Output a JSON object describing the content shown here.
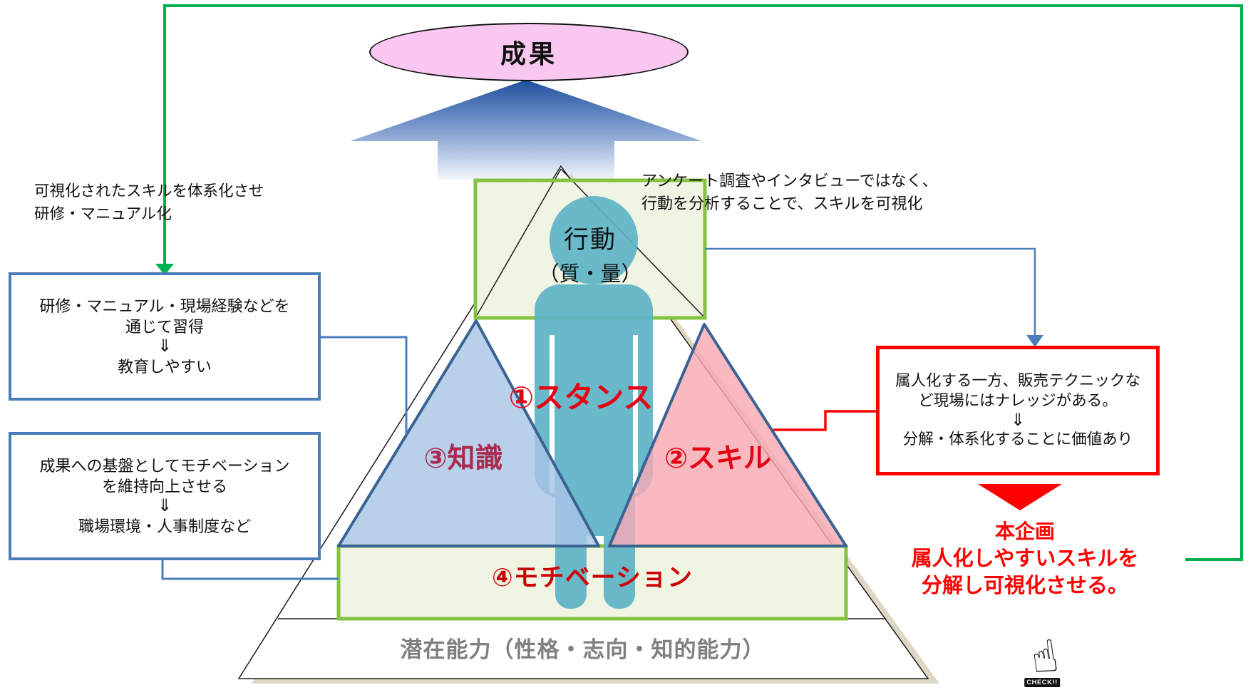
{
  "palette": {
    "loop_green": "#00b050",
    "box_green_border": "#84c341",
    "light_green_fill": "#eff4e3",
    "connector_blue": "#4a7ebb",
    "alert_red": "#fe0000",
    "ellipse_pink": "#f9c7ef",
    "knowledge_fill": "#a9c6e6",
    "skill_fill": "#f7a9b3",
    "triangle_border": "#3a6292",
    "person_teal": "#5fb4c7",
    "latent_gray": "#7f7f7f",
    "knowledge_text": "#aa2b4e",
    "stance_text": "#e60012",
    "motivation_text": "#cc0000"
  },
  "result_ellipse": {
    "label": "成果"
  },
  "notes": {
    "systematize": {
      "lines": [
        "可視化されたスキルを体系化させ",
        "研修・マニュアル化"
      ]
    },
    "survey": {
      "lines": [
        "アンケート調査やインタビューではなく、",
        "行動を分析することで、スキルを可視化"
      ]
    }
  },
  "boxes": {
    "training": {
      "lines": [
        "研修・マニュアル・現場経験などを",
        "通じて習得",
        "⇓",
        "教育しやすい"
      ]
    },
    "motivation": {
      "lines": [
        "成果への基盤としてモチベーション",
        "を維持向上させる",
        "⇓",
        "職場環境・人事制度など"
      ]
    },
    "knowledge": {
      "lines": [
        "属人化する一方、販売テクニックな",
        "ど現場にはナレッジがある。",
        "⇓",
        "分解・体系化することに価値あり"
      ]
    }
  },
  "plan": {
    "title": "本企画",
    "lines": [
      "属人化しやすいスキルを",
      "分解し可視化させる。"
    ]
  },
  "check": {
    "label": "CHECK!!",
    "icon": "pointing-hand"
  },
  "pyramid": {
    "behavior": {
      "line1": "行動",
      "line2": "（質・量）"
    },
    "stance": {
      "label": "①スタンス"
    },
    "skill": {
      "label": "②スキル"
    },
    "knowledge": {
      "label": "③知識"
    },
    "motivation": {
      "label": "④モチベーション"
    },
    "latent": {
      "label": "潜在能力（性格・志向・知的能力）"
    }
  }
}
